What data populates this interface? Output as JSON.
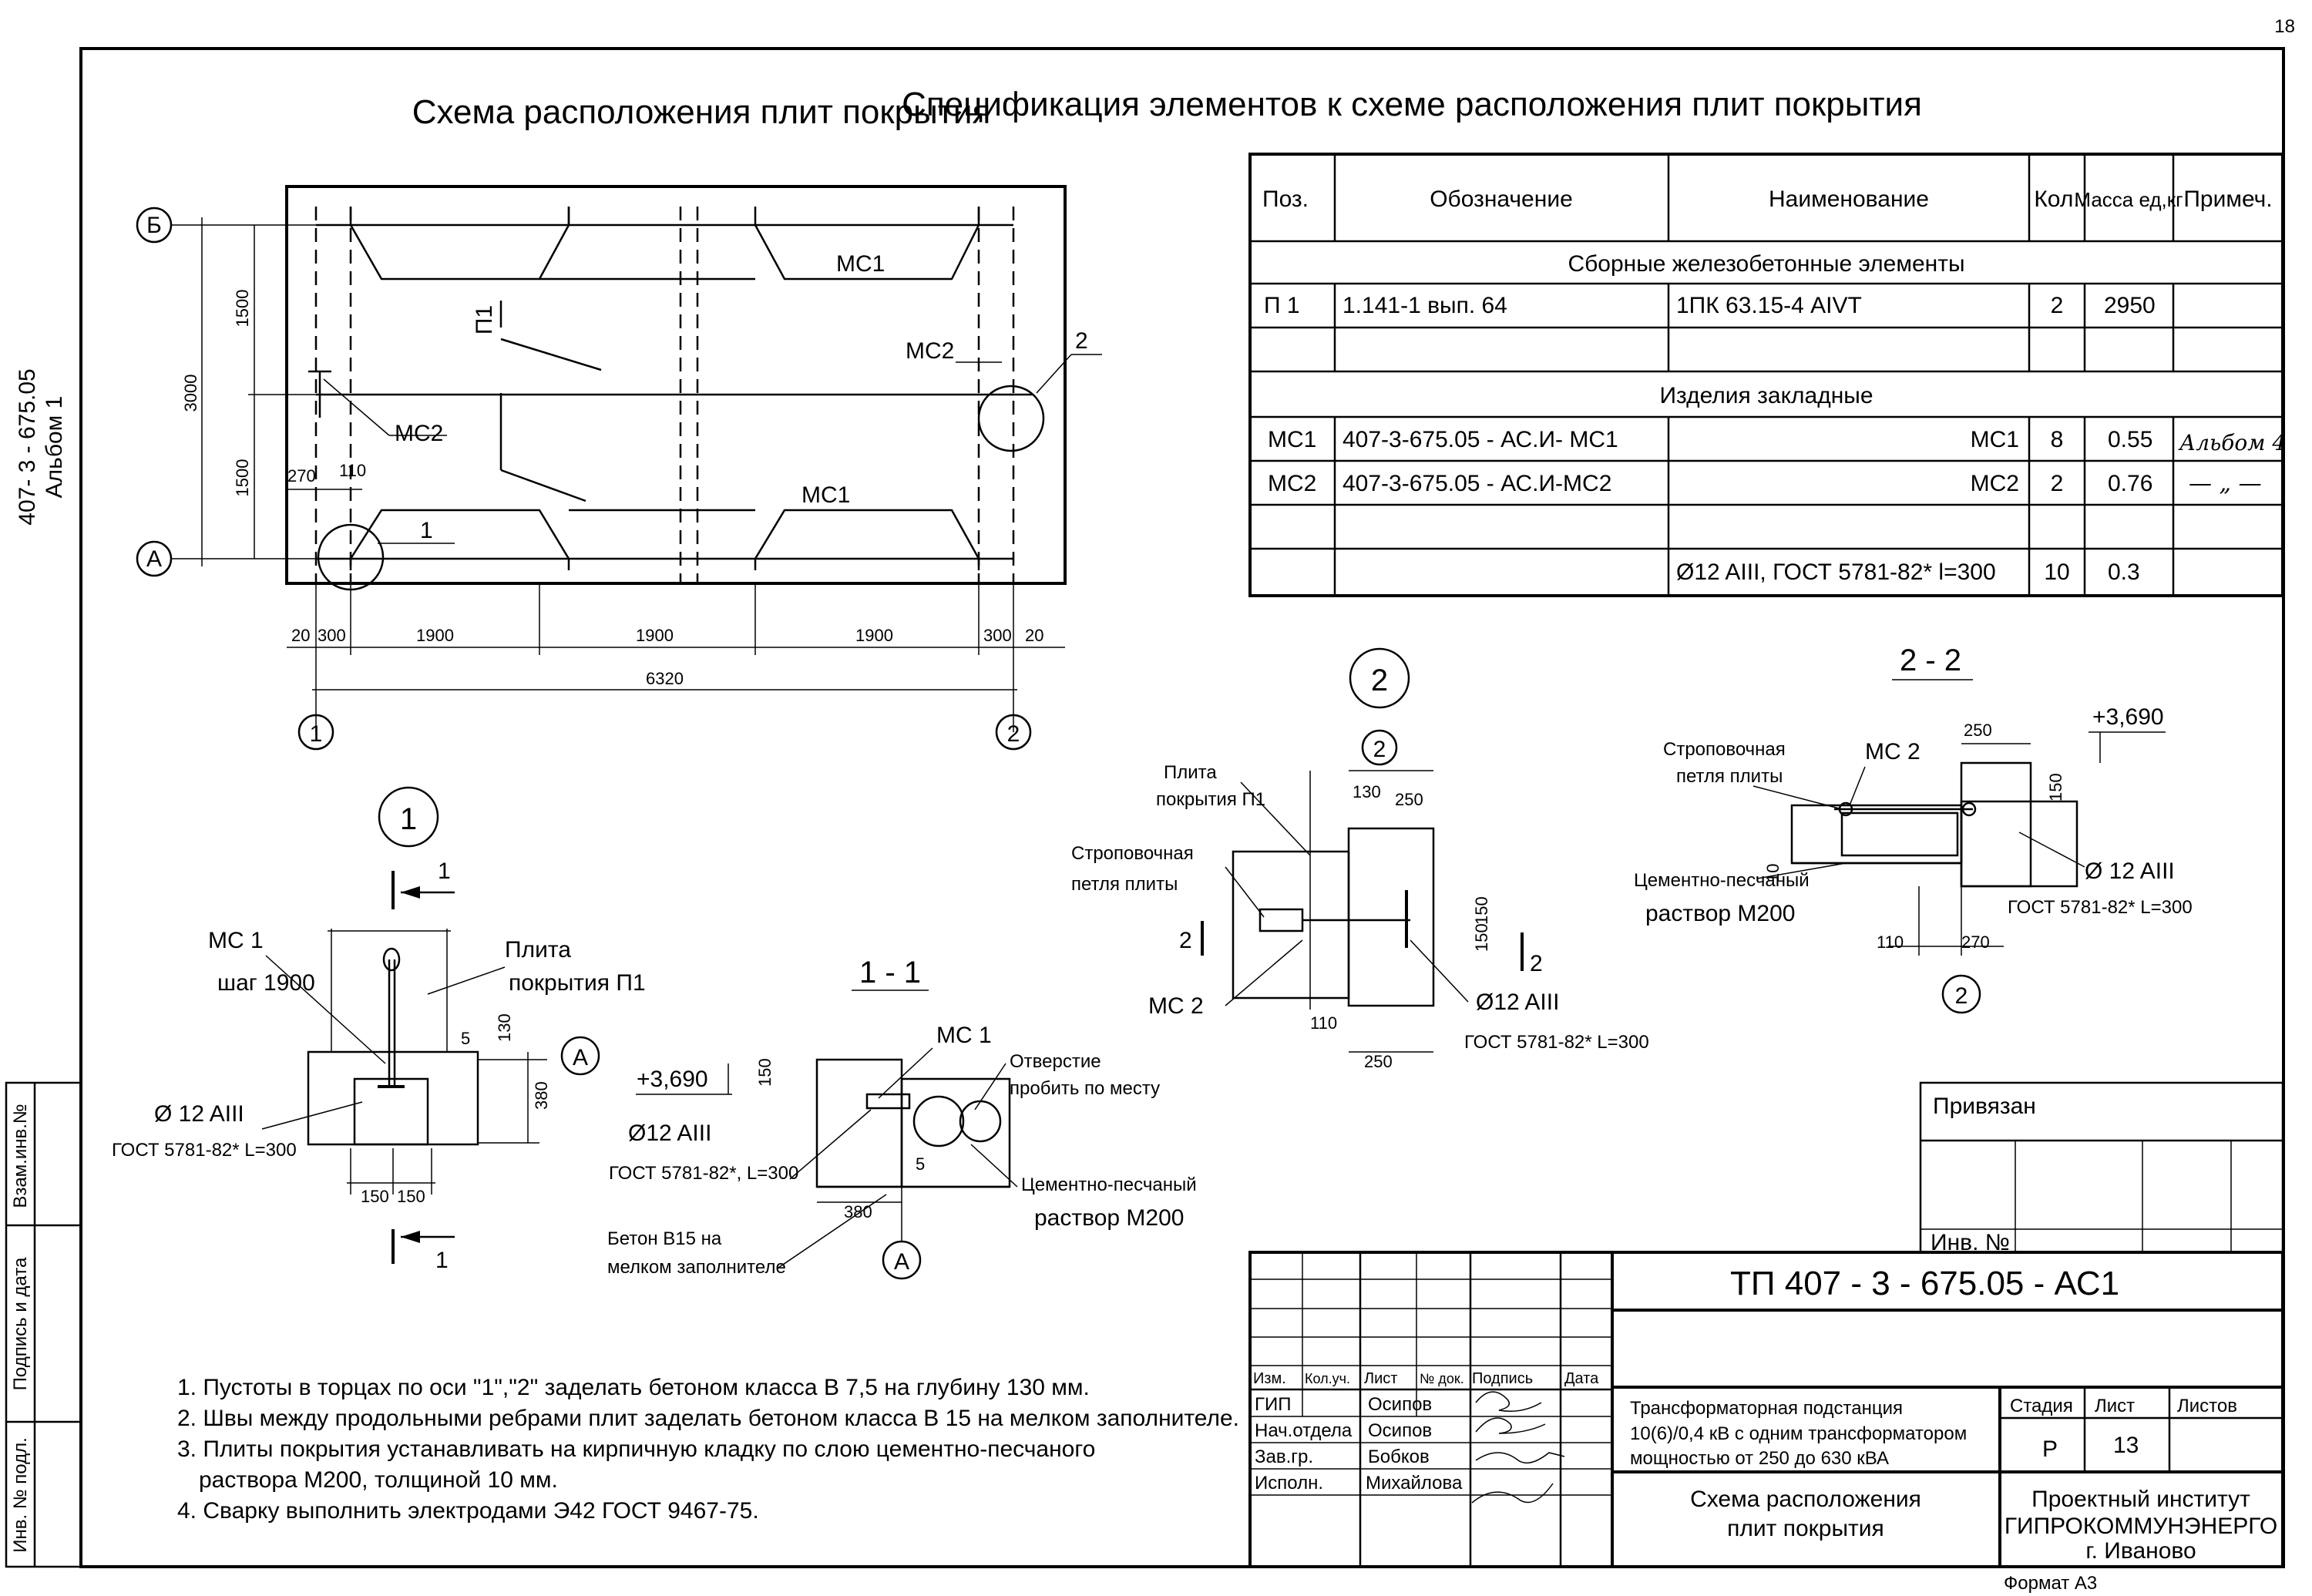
{
  "page_number": "18",
  "side_label": {
    "line1": "407- 3 - 675.05",
    "line2": "Альбом 1"
  },
  "plan": {
    "title": "Схема расположения плит покрытия",
    "axis_b": "Б",
    "axis_a": "А",
    "axis_1": "1",
    "axis_2": "2",
    "label_ms1_top": "МС1",
    "label_ms1_bottom": "МС1",
    "label_ms2_left": "МС2",
    "label_ms2_right": "МС2",
    "label_p1": "П1",
    "callout_1": "1",
    "callout_2": "2",
    "dim_3000": "3000",
    "dim_1500_top": "1500",
    "dim_1500_bottom": "1500",
    "dim_270": "270",
    "dim_110": "110",
    "dims_bottom": [
      "20",
      "300",
      "1900",
      "1900",
      "1900",
      "300",
      "20"
    ],
    "dim_total": "6320"
  },
  "spec": {
    "title": "Спецификация элементов к схеме   расположения плит покрытия",
    "headers": [
      "Поз.",
      "Обозначение",
      "Наименование",
      "Кол.",
      "Масса ед,кг",
      "Примеч."
    ],
    "section1": "Сборные железобетонные элементы",
    "section2": "Изделия закладные",
    "rows": [
      {
        "pos": "П 1",
        "des": "1.141-1    вып. 64",
        "name": "1ПК 63.15-4 AIVT",
        "qty": "2",
        "mass": "2950",
        "note": ""
      },
      {
        "pos": "МС1",
        "des": "407-3-675.05 - АС.И- МС1",
        "name": "МС1",
        "qty": "8",
        "mass": "0.55",
        "note": "Альбом 4"
      },
      {
        "pos": "МС2",
        "des": "407-3-675.05 - АС.И-МС2",
        "name": "МС2",
        "qty": "2",
        "mass": "0.76",
        "note": "— „ —"
      },
      {
        "pos": "",
        "des": "",
        "name": "Ø12 AIII, ГОСТ 5781-82* l=300",
        "qty": "10",
        "mass": "0.3",
        "note": ""
      }
    ]
  },
  "detail1": {
    "mark": "1",
    "cut": "1",
    "ms": "МС 1",
    "step": "шаг 1900",
    "plate1": "Плита",
    "plate2": "покрытия П1",
    "rebar": "Ø 12 AIII",
    "gost": "ГОСТ 5781-82*  L=300",
    "axis": "А",
    "d5": "5",
    "d130": "130",
    "d380": "380",
    "d150a": "150",
    "d150b": "150"
  },
  "section11": {
    "title": "1 - 1",
    "level": "+3,690",
    "rebar": "Ø12 AIII",
    "gost": "ГОСТ 5781-82*, L=300",
    "concrete1": "Бетон В15  на",
    "concrete2": "мелком заполнителе",
    "ms": "МС 1",
    "hole1": "Отверстие",
    "hole2": "пробить по месту",
    "mortar1": "Цементно-песчаный",
    "mortar2": "раствор М200",
    "axis": "А",
    "d150": "150",
    "d5": "5",
    "d380": "380"
  },
  "detail2": {
    "mark": "2",
    "axis": "2",
    "plate1": "Плита",
    "plate2": "покрытия П1",
    "loop1": "Строповочная",
    "loop2": "петля плиты",
    "ms": "МС 2",
    "rebar": "Ø12 AIII",
    "gost": "ГОСТ 5781-82*  L=300",
    "cut_l": "2",
    "cut_r": "2",
    "d130": "130",
    "d250": "250",
    "d110": "110",
    "d250b": "250",
    "d150a": "150",
    "d150b": "150"
  },
  "section22": {
    "title": "2 - 2",
    "level": "+3,690",
    "loop1": "Строповочная",
    "loop2": "петля плиты",
    "ms": "МС 2",
    "mortar1": "Цементно-песчаный",
    "mortar2": "раствор М200",
    "rebar": "Ø 12 AIII",
    "gost": "ГОСТ 5781-82*  L=300",
    "axis": "2",
    "d250": "250",
    "d150": "150",
    "d10": "10",
    "d110": "110",
    "d270": "270"
  },
  "notes": [
    "1. Пустоты в торцах по оси \"1\",\"2\" заделать бетоном класса В 7,5 на глубину 130 мм.",
    "2. Швы между продольными ребрами плит заделать бетоном класса В 15 на мелком заполнителе.",
    "3. Плиты покрытия устанавливать на кирпичную кладку по слою цементно-песчаного",
    "раствора М200, толщиной 10 мм.",
    "4. Сварку выполнить электродами Э42 ГОСТ 9467-75."
  ],
  "stamp": {
    "privyazan": "Привязан",
    "inv": "Инв. №",
    "code": "ТП   407 - 3 - 675.05 - АС1",
    "col_headers": [
      "Изм.",
      "Кол.уч.",
      "Лист",
      "№ док.",
      "Подпись",
      "Дата"
    ],
    "roles": [
      {
        "role": "ГИП",
        "name": "Осипов"
      },
      {
        "role": "Нач.отдела",
        "name": "Осипов"
      },
      {
        "role": "Зав.гр.",
        "name": "Бобков"
      },
      {
        "role": "Исполн.",
        "name": "Михайлова"
      }
    ],
    "desc1": "Трансформаторная подстанция",
    "desc2": "10(6)/0,4 кВ с одним трансформатором",
    "desc3": "мощностью от 250 до 630 кВА",
    "sheet_title1": "Схема расположения",
    "sheet_title2": "плит покрытия",
    "stage_h": "Стадия",
    "sheet_h": "Лист",
    "sheets_h": "Листов",
    "stage": "Р",
    "sheet": "13",
    "org1": "Проектный институт",
    "org2": "ГИПРОКОММУНЭНЕРГО",
    "org3": "г. Иваново",
    "format": "Формат А3"
  },
  "left_stamp": [
    "Взам.инв.№",
    "Подпись и дата",
    "Инв. № подл."
  ]
}
